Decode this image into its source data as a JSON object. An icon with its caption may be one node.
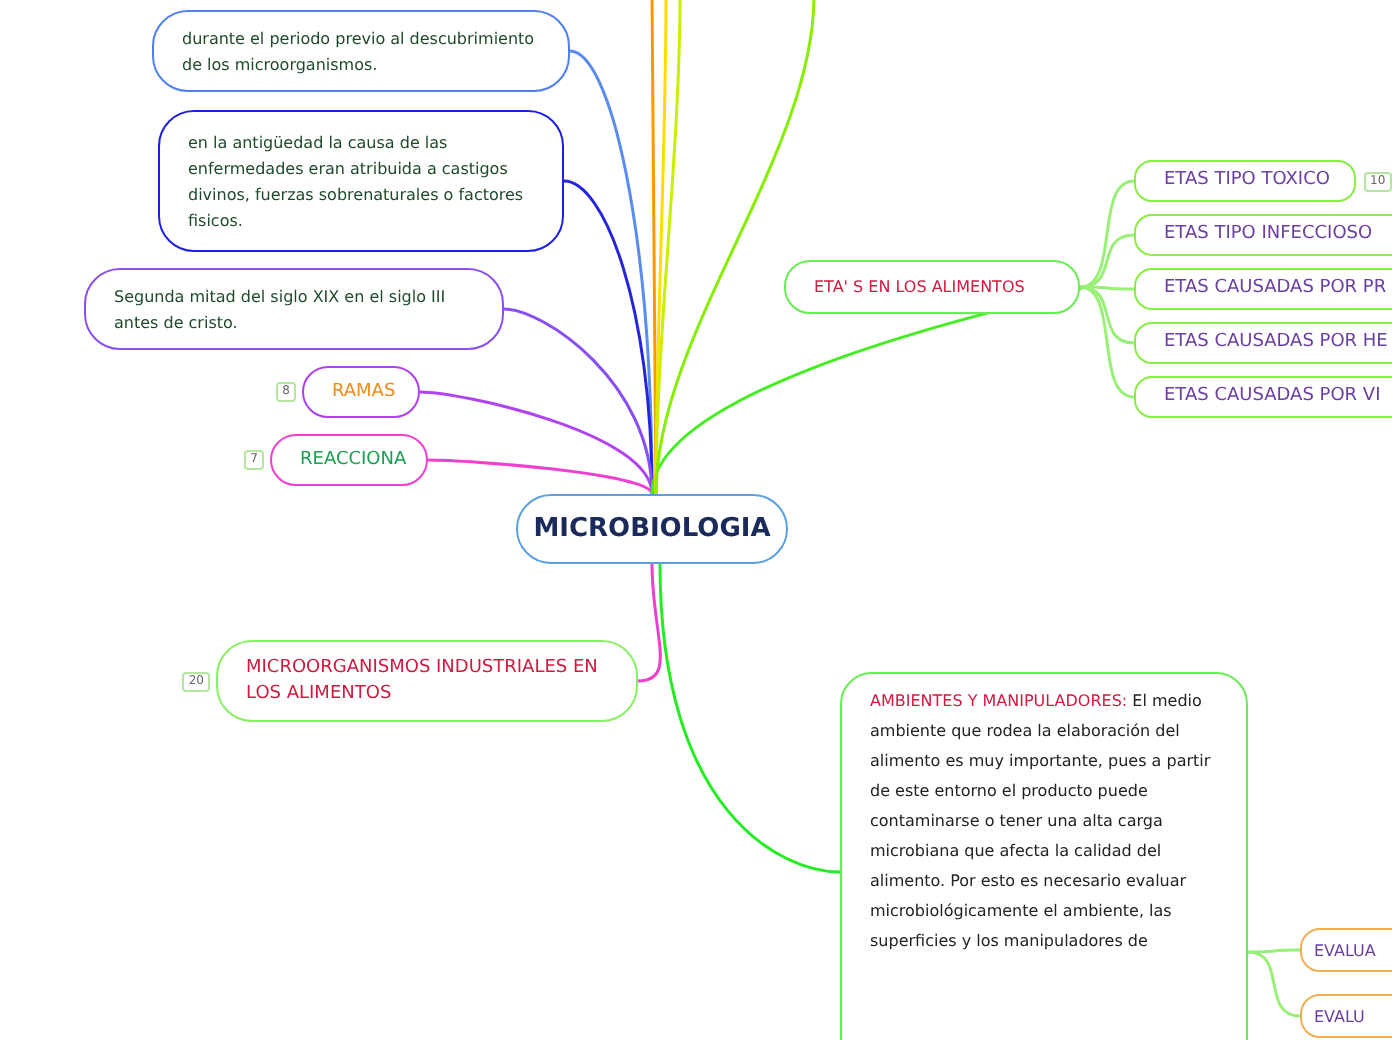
{
  "diagram": {
    "nodes": [
      {
        "text": [
          "MICROBIOLOGIA"
        ]
      },
      {
        "text": [
          "durante el periodo previo al descubrimiento de los microorganismos."
        ]
      },
      {
        "text": [
          "en la antigüedad la causa de las enfermedades eran atribuida a castigos divinos, fuerzas sobrenaturales o factores fisicos."
        ]
      },
      {
        "text": [
          "Segunda mitad del siglo XIX en el siglo III antes de cristo."
        ]
      },
      {
        "text": [
          "RAMAS"
        ],
        "beside": [
          "8"
        ]
      },
      {
        "text": [
          "REACCIONA"
        ],
        "beside": [
          "7"
        ]
      },
      {
        "text": [
          "MICROORGANISMOS INDUSTRIALES EN LOS ALIMENTOS"
        ],
        "beside": [
          "20"
        ]
      },
      {
        "text": [
          "ETA' S EN LOS ALIMENTOS"
        ]
      },
      {
        "text": [
          "ETAS TIPO TOXICO"
        ],
        "beside": [
          "10"
        ]
      },
      {
        "text": [
          "ETAS TIPO INFECCIOSO"
        ]
      },
      {
        "text": [
          "ETAS CAUSADAS POR PR"
        ]
      },
      {
        "text": [
          "ETAS CAUSADAS POR HE"
        ]
      },
      {
        "text": [
          "ETAS CAUSADAS POR VI"
        ]
      },
      {
        "text": [
          "AMBIENTES Y MANIPULADORES:",
          "El medio ambiente que rodea la elaboración del alimento es muy importante, pues a partir de este entorno el producto puede contaminarse o tener una alta carga microbiana que afecta la calidad del alimento. Por esto es necesario evaluar microbiológicamente el ambiente, las superficies y los manipuladores de"
        ]
      },
      {
        "text": [
          "EVALUA"
        ]
      },
      {
        "text": [
          "EVALU"
        ]
      }
    ],
    "edges": [
      {
        "from": 0,
        "to": 1,
        "arrow": "none",
        "color": "#5a8cf0"
      },
      {
        "from": 0,
        "to": 2,
        "arrow": "none",
        "color": "#2424e0"
      },
      {
        "from": 0,
        "to": 3,
        "arrow": "none",
        "color": "#8a4ff0"
      },
      {
        "from": 0,
        "to": 4,
        "arrow": "none",
        "color": "#b044f0"
      },
      {
        "from": 0,
        "to": 5,
        "arrow": "none",
        "color": "#f040d0"
      },
      {
        "from": 0,
        "to": 6,
        "arrow": "none",
        "color": "#f040d0"
      },
      {
        "from": 0,
        "to": 7,
        "arrow": "none",
        "color": "#44ee22"
      },
      {
        "from": 0,
        "to": 13,
        "arrow": "none",
        "color": "#22ee22"
      },
      {
        "from": 0,
        "to": null,
        "arrow": "none",
        "color": "#ff9900"
      },
      {
        "from": 0,
        "to": null,
        "arrow": "none",
        "color": "#ffdd00"
      },
      {
        "from": 0,
        "to": null,
        "arrow": "none",
        "color": "#ccee00"
      },
      {
        "from": 0,
        "to": null,
        "arrow": "none",
        "color": "#88ee00"
      },
      {
        "from": 7,
        "to": 8,
        "arrow": "none",
        "color": "#99f077"
      },
      {
        "from": 7,
        "to": 9,
        "arrow": "none",
        "color": "#99f077"
      },
      {
        "from": 7,
        "to": 10,
        "arrow": "none",
        "color": "#99f077"
      },
      {
        "from": 7,
        "to": 11,
        "arrow": "none",
        "color": "#99f077"
      },
      {
        "from": 7,
        "to": 12,
        "arrow": "none",
        "color": "#99f077"
      },
      {
        "from": 13,
        "to": 14,
        "arrow": "none",
        "color": "#99f077"
      },
      {
        "from": 13,
        "to": 15,
        "arrow": "none",
        "color": "#99f077"
      }
    ]
  }
}
